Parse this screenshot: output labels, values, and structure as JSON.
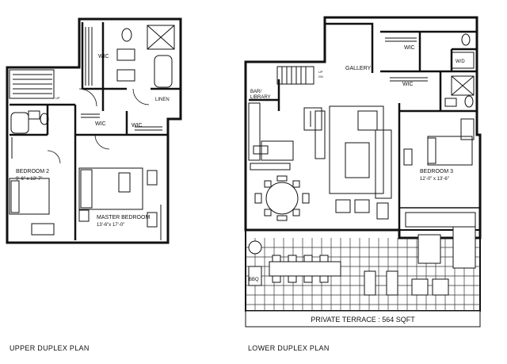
{
  "upper": {
    "caption": "UPPER DUPLEX PLAN",
    "labels": {
      "wic_top": "WIC",
      "linen": "LINEN",
      "wic_mid": "WIC",
      "wic_mid2": "WIC",
      "bedroom2_name": "BEDROOM 2",
      "bedroom2_size": "9'-6\" x 13'-7\"",
      "master_name": "MASTER BEDROOM",
      "master_size": "13'-6\"x 17'-0\"",
      "up": "UP"
    }
  },
  "lower": {
    "caption": "LOWER DUPLEX PLAN",
    "labels": {
      "gallery": "GALLERY",
      "wic_top": "WIC",
      "wd": "W/D",
      "wic_mid": "WIC",
      "bar_line1": "BAR/",
      "bar_line2": "LIBRARY",
      "up": "UP",
      "dn": "DN",
      "bedroom3_name": "BEDROOM 3",
      "bedroom3_size": "12'-0\" x 13'-6\"",
      "bbq": "BBQ",
      "terrace": "PRIVATE TERRACE : 564 SQFT"
    }
  }
}
